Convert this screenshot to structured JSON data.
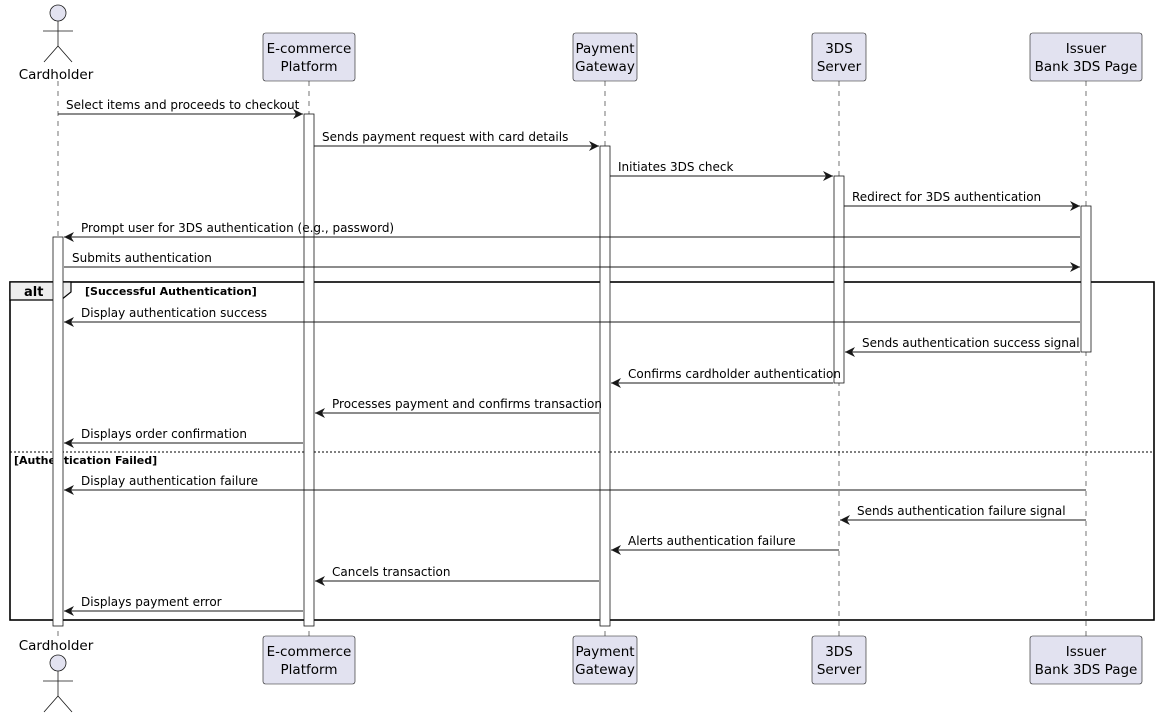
{
  "participants": [
    {
      "id": "ch",
      "kind": "actor",
      "lines": [
        "Cardholder"
      ]
    },
    {
      "id": "ep",
      "kind": "participant",
      "lines": [
        "E-commerce",
        "Platform"
      ]
    },
    {
      "id": "pg",
      "kind": "participant",
      "lines": [
        "Payment",
        "Gateway"
      ]
    },
    {
      "id": "ds",
      "kind": "participant",
      "lines": [
        "3DS",
        "Server"
      ]
    },
    {
      "id": "ib",
      "kind": "participant",
      "lines": [
        "Issuer",
        "Bank 3DS Page"
      ]
    }
  ],
  "messages": [
    {
      "from": "ch",
      "to": "ep",
      "text": "Select items and proceeds to checkout"
    },
    {
      "from": "ep",
      "to": "pg",
      "text": "Sends payment request with card details"
    },
    {
      "from": "pg",
      "to": "ds",
      "text": "Initiates 3DS check"
    },
    {
      "from": "ds",
      "to": "ib",
      "text": "Redirect for 3DS authentication"
    },
    {
      "from": "ib",
      "to": "ch",
      "text": "Prompt user for 3DS authentication (e.g., password)"
    },
    {
      "from": "ch",
      "to": "ib",
      "text": "Submits authentication"
    },
    {
      "from": "ib",
      "to": "ch",
      "text": "Display authentication success"
    },
    {
      "from": "ib",
      "to": "ds",
      "text": "Sends authentication success signal"
    },
    {
      "from": "ds",
      "to": "pg",
      "text": "Confirms cardholder authentication"
    },
    {
      "from": "pg",
      "to": "ep",
      "text": "Processes payment and confirms transaction"
    },
    {
      "from": "ep",
      "to": "ch",
      "text": "Displays order confirmation"
    },
    {
      "from": "ib",
      "to": "ch",
      "text": "Display authentication failure"
    },
    {
      "from": "ib",
      "to": "ds",
      "text": "Sends authentication failure signal"
    },
    {
      "from": "ds",
      "to": "pg",
      "text": "Alerts authentication failure"
    },
    {
      "from": "pg",
      "to": "ep",
      "text": "Cancels transaction"
    },
    {
      "from": "ep",
      "to": "ch",
      "text": "Displays payment error"
    }
  ],
  "alt_fragment": {
    "label": "alt",
    "guards": [
      "[Successful Authentication]",
      "[Authentication Failed]"
    ]
  },
  "colors": {
    "participant_fill": "#E2E2F0",
    "line": "#181818",
    "tab_fill": "#EEEEEE"
  }
}
